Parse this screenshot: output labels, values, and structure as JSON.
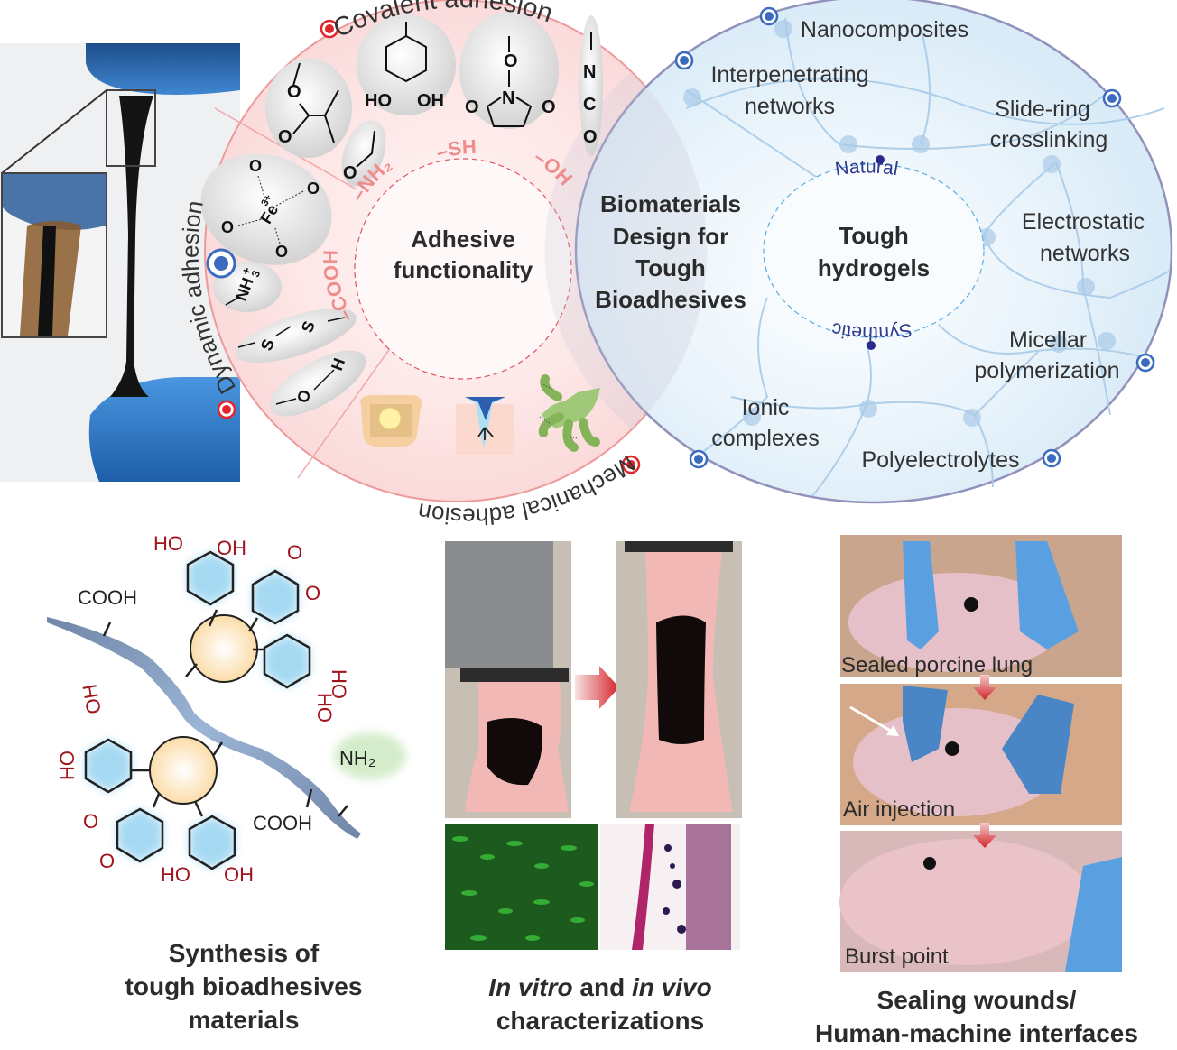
{
  "title": "Biomaterials Design for Tough Bioadhesives",
  "center": {
    "lines": [
      "Biomaterials",
      "Design for",
      "Tough",
      "Bioadhesives"
    ]
  },
  "adhesive_circle": {
    "core_lines": [
      "Adhesive",
      "functionality"
    ],
    "functional_groups": [
      "–NH₂",
      "–SH",
      "–OH",
      "–COOH"
    ],
    "sectors": {
      "covalent": "Covalent adhesion",
      "dynamic": "Dynamic adhesion",
      "mechanical": "Mechanical adhesion"
    },
    "covalent_groups": [
      {
        "name": "methacrylate",
        "atoms": [
          "O",
          "O"
        ]
      },
      {
        "name": "catechol",
        "atoms": [
          "HO",
          "OH"
        ]
      },
      {
        "name": "nhs-ester",
        "atoms": [
          "O",
          "N",
          "O",
          "O"
        ]
      },
      {
        "name": "isocyanate",
        "atoms": [
          "N",
          "C",
          "O"
        ]
      },
      {
        "name": "aldehyde",
        "atoms": [
          "O"
        ]
      }
    ],
    "dynamic_groups": [
      {
        "name": "fe-coordination",
        "atoms": [
          "O",
          "O",
          "O",
          "O",
          "Fe",
          "3+"
        ]
      },
      {
        "name": "ammonium",
        "atoms": [
          "NH",
          "3",
          "+"
        ]
      },
      {
        "name": "disulfide",
        "atoms": [
          "S",
          "S"
        ]
      },
      {
        "name": "hydroxyl-hbond",
        "atoms": [
          "O",
          "H"
        ]
      }
    ],
    "colors": {
      "fill": "#fbdcdc",
      "stroke": "#e88a8a",
      "marker": "#e0262b",
      "group_text": "#ef8c8c"
    }
  },
  "hydrogel_circle": {
    "core_lines": [
      "Tough",
      "hydrogels"
    ],
    "ring_labels": {
      "top": "Natural",
      "bottom": "Synthetic"
    },
    "strategies": [
      "Nanocomposites",
      "Interpenetrating networks",
      "Slide-ring crosslinking",
      "Electrostatic networks",
      "Micellar polymerization",
      "Polyelectrolytes",
      "Ionic complexes"
    ],
    "strategy_lines": {
      "interpenetrating": [
        "Interpenetrating",
        "networks"
      ],
      "slide_ring": [
        "Slide-ring",
        "crosslinking"
      ],
      "electrostatic": [
        "Electrostatic",
        "networks"
      ],
      "micellar": [
        "Micellar",
        "polymerization"
      ],
      "ionic": [
        "Ionic",
        "complexes"
      ]
    },
    "colors": {
      "fill": "#dcedf8",
      "stroke": "#8c8cb8",
      "marker": "#3a6bbf",
      "ring_text": "#2e3a8c"
    }
  },
  "synthesis_panel": {
    "labels": {
      "cooh": "COOH",
      "nh2": "NH₂",
      "ho": "HO",
      "oh": "OH",
      "o": "O"
    },
    "caption_lines": [
      "Synthesis of",
      "tough bioadhesives",
      "materials"
    ]
  },
  "characterization_panel": {
    "caption_line1_parts": [
      "In vitro",
      " and ",
      "in vivo"
    ],
    "caption_line2": "characterizations"
  },
  "sealing_panel": {
    "photo_labels": [
      "Sealed porcine lung",
      "Air injection",
      "Burst point"
    ],
    "caption_lines": [
      "Sealing wounds/",
      "Human-machine interfaces"
    ]
  }
}
